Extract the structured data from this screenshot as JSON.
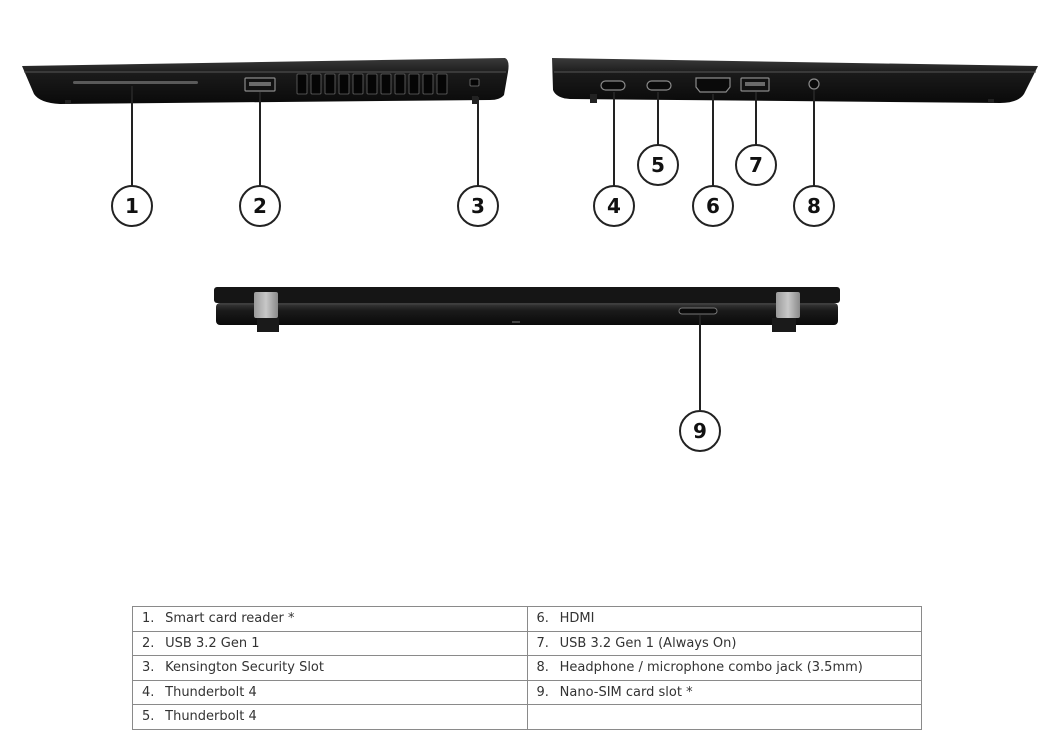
{
  "callouts": {
    "c1": "1",
    "c2": "2",
    "c3": "3",
    "c4": "4",
    "c5": "5",
    "c6": "6",
    "c7": "7",
    "c8": "8",
    "c9": "9"
  },
  "legend": {
    "rows": [
      {
        "left": {
          "num": "1.",
          "label": "Smart card reader *"
        },
        "right": {
          "num": "6.",
          "label": "HDMI"
        }
      },
      {
        "left": {
          "num": "2.",
          "label": "USB 3.2 Gen 1"
        },
        "right": {
          "num": "7.",
          "label": "USB 3.2 Gen 1 (Always On)"
        }
      },
      {
        "left": {
          "num": "3.",
          "label": "Kensington Security Slot"
        },
        "right": {
          "num": "8.",
          "label": "Headphone / microphone combo jack (3.5mm)"
        }
      },
      {
        "left": {
          "num": "4.",
          "label": "Thunderbolt 4"
        },
        "right": {
          "num": "9.",
          "label": "Nano-SIM card slot *"
        }
      },
      {
        "left": {
          "num": "5.",
          "label": "Thunderbolt 4"
        },
        "right": {
          "num": "",
          "label": ""
        }
      }
    ]
  }
}
